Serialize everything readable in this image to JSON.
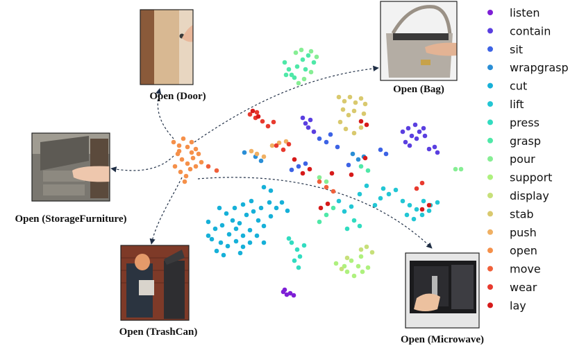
{
  "chart_data": {
    "type": "scatter",
    "title": "",
    "xlabel": "",
    "ylabel": "",
    "grid": false,
    "legend_position": "right",
    "series": [
      {
        "name": "listen",
        "color": "#7e1fd6",
        "points": [
          [
            408,
            421
          ],
          [
            413,
            425
          ],
          [
            418,
            423
          ],
          [
            423,
            426
          ],
          [
            410,
            418
          ]
        ]
      },
      {
        "name": "contain",
        "color": "#5a3fe0",
        "points": [
          [
            580,
            190
          ],
          [
            588,
            185
          ],
          [
            593,
            196
          ],
          [
            598,
            180
          ],
          [
            604,
            190
          ],
          [
            610,
            185
          ],
          [
            584,
            205
          ],
          [
            590,
            210
          ],
          [
            600,
            200
          ],
          [
            612,
            196
          ],
          [
            436,
            170
          ],
          [
            440,
            178
          ],
          [
            447,
            173
          ],
          [
            444,
            184
          ],
          [
            452,
            190
          ],
          [
            618,
            215
          ],
          [
            626,
            212
          ],
          [
            630,
            220
          ]
        ]
      },
      {
        "name": "sit",
        "color": "#3d63e5",
        "points": [
          [
            460,
            200
          ],
          [
            470,
            205
          ],
          [
            476,
            194
          ],
          [
            486,
            212
          ],
          [
            502,
            238
          ],
          [
            548,
            216
          ],
          [
            556,
            222
          ],
          [
            430,
            240
          ],
          [
            440,
            236
          ],
          [
            420,
            245
          ]
        ]
      },
      {
        "name": "wrapgrasp",
        "color": "#2a8ed6",
        "points": [
          [
            508,
            222
          ],
          [
            516,
            230
          ],
          [
            524,
            226
          ],
          [
            352,
            220
          ],
          [
            368,
            226
          ],
          [
            376,
            232
          ]
        ]
      },
      {
        "name": "cut",
        "color": "#16b0d8",
        "points": [
          [
            300,
            320
          ],
          [
            310,
            330
          ],
          [
            320,
            325
          ],
          [
            330,
            338
          ],
          [
            340,
            330
          ],
          [
            350,
            340
          ],
          [
            360,
            332
          ],
          [
            305,
            345
          ],
          [
            318,
            350
          ],
          [
            328,
            355
          ],
          [
            340,
            348
          ],
          [
            350,
            356
          ],
          [
            312,
            362
          ],
          [
            322,
            368
          ],
          [
            300,
            340
          ],
          [
            335,
            318
          ],
          [
            345,
            322
          ],
          [
            355,
            310
          ],
          [
            365,
            305
          ],
          [
            372,
            318
          ],
          [
            380,
            326
          ],
          [
            390,
            312
          ],
          [
            398,
            300
          ],
          [
            406,
            292
          ],
          [
            414,
            304
          ],
          [
            388,
            292
          ],
          [
            376,
            300
          ],
          [
            362,
            290
          ],
          [
            350,
            295
          ],
          [
            338,
            300
          ],
          [
            326,
            308
          ],
          [
            316,
            300
          ],
          [
            380,
            270
          ],
          [
            390,
            275
          ],
          [
            346,
            365
          ],
          [
            360,
            350
          ],
          [
            370,
            340
          ],
          [
            380,
            350
          ]
        ]
      },
      {
        "name": "lift",
        "color": "#22c6d4",
        "points": [
          [
            580,
            290
          ],
          [
            590,
            296
          ],
          [
            600,
            302
          ],
          [
            610,
            290
          ],
          [
            620,
            296
          ],
          [
            630,
            292
          ],
          [
            586,
            310
          ],
          [
            596,
            316
          ],
          [
            608,
            310
          ],
          [
            618,
            304
          ],
          [
            560,
            280
          ],
          [
            570,
            274
          ],
          [
            548,
            286
          ],
          [
            540,
            296
          ],
          [
            552,
            272
          ],
          [
            528,
            268
          ],
          [
            518,
            280
          ],
          [
            506,
            298
          ],
          [
            496,
            305
          ],
          [
            488,
            290
          ]
        ]
      },
      {
        "name": "press",
        "color": "#31dcc0",
        "points": [
          [
            420,
            350
          ],
          [
            428,
            360
          ],
          [
            432,
            370
          ],
          [
            424,
            376
          ],
          [
            430,
            386
          ],
          [
            416,
            344
          ],
          [
            438,
            354
          ],
          [
            500,
            330
          ],
          [
            510,
            318
          ],
          [
            518,
            326
          ]
        ]
      },
      {
        "name": "grasp",
        "color": "#4fe8a8",
        "points": [
          [
            410,
            90
          ],
          [
            416,
            100
          ],
          [
            420,
            108
          ],
          [
            428,
            96
          ],
          [
            436,
            86
          ],
          [
            444,
            80
          ],
          [
            452,
            90
          ],
          [
            440,
            100
          ],
          [
            424,
            112
          ],
          [
            412,
            108
          ],
          [
            480,
            300
          ],
          [
            470,
            310
          ],
          [
            460,
            320
          ],
          [
            520,
            240
          ],
          [
            530,
            246
          ]
        ]
      },
      {
        "name": "pour",
        "color": "#86ee94",
        "points": [
          [
            426,
            76
          ],
          [
            434,
            72
          ],
          [
            448,
            74
          ],
          [
            456,
            82
          ],
          [
            430,
            120
          ],
          [
            438,
            114
          ],
          [
            448,
            104
          ],
          [
            656,
            244
          ],
          [
            664,
            244
          ],
          [
            460,
            256
          ],
          [
            470,
            262
          ]
        ]
      },
      {
        "name": "support",
        "color": "#aef17e",
        "points": [
          [
            484,
            380
          ],
          [
            496,
            384
          ],
          [
            506,
            376
          ],
          [
            516,
            384
          ],
          [
            522,
            392
          ],
          [
            500,
            392
          ],
          [
            510,
            398
          ],
          [
            530,
            386
          ],
          [
            520,
            370
          ]
        ]
      },
      {
        "name": "display",
        "color": "#c7e07a",
        "points": [
          [
            520,
            360
          ],
          [
            528,
            356
          ],
          [
            536,
            364
          ],
          [
            500,
            372
          ],
          [
            492,
            388
          ]
        ]
      },
      {
        "name": "stab",
        "color": "#d9c96e",
        "points": [
          [
            488,
            140
          ],
          [
            496,
            146
          ],
          [
            504,
            140
          ],
          [
            512,
            148
          ],
          [
            520,
            142
          ],
          [
            526,
            150
          ],
          [
            494,
            158
          ],
          [
            502,
            166
          ],
          [
            510,
            160
          ],
          [
            490,
            176
          ],
          [
            498,
            186
          ],
          [
            510,
            192
          ],
          [
            520,
            184
          ],
          [
            524,
            164
          ]
        ]
      },
      {
        "name": "push",
        "color": "#f0b063",
        "points": [
          [
            362,
            218
          ],
          [
            370,
            222
          ],
          [
            380,
            226
          ],
          [
            392,
            210
          ],
          [
            402,
            206
          ],
          [
            412,
            204
          ]
        ]
      },
      {
        "name": "open",
        "color": "#f5904a",
        "points": [
          [
            250,
            205
          ],
          [
            258,
            210
          ],
          [
            264,
            200
          ],
          [
            270,
            212
          ],
          [
            276,
            205
          ],
          [
            282,
            215
          ],
          [
            256,
            222
          ],
          [
            262,
            230
          ],
          [
            270,
            236
          ],
          [
            278,
            228
          ],
          [
            286,
            222
          ],
          [
            252,
            240
          ],
          [
            260,
            248
          ],
          [
            268,
            254
          ],
          [
            274,
            244
          ],
          [
            282,
            240
          ],
          [
            290,
            234
          ],
          [
            266,
            262
          ],
          [
            258,
            218
          ],
          [
            276,
            220
          ]
        ]
      },
      {
        "name": "move",
        "color": "#f0603a",
        "points": [
          [
            300,
            240
          ],
          [
            312,
            246
          ],
          [
            460,
            262
          ],
          [
            470,
            270
          ],
          [
            480,
            276
          ]
        ]
      },
      {
        "name": "wear",
        "color": "#e83a2e",
        "points": [
          [
            360,
            165
          ],
          [
            368,
            170
          ],
          [
            378,
            175
          ],
          [
            386,
            182
          ],
          [
            394,
            176
          ],
          [
            370,
            162
          ],
          [
            398,
            210
          ],
          [
            408,
            216
          ],
          [
            416,
            208
          ],
          [
            600,
            272
          ],
          [
            608,
            264
          ]
        ]
      },
      {
        "name": "lay",
        "color": "#d61a1a",
        "points": [
          [
            364,
            160
          ],
          [
            372,
            168
          ],
          [
            436,
            250
          ],
          [
            446,
            244
          ],
          [
            462,
            300
          ],
          [
            472,
            294
          ],
          [
            520,
            175
          ],
          [
            528,
            180
          ],
          [
            608,
            302
          ],
          [
            618,
            296
          ],
          [
            526,
            228
          ],
          [
            506,
            252
          ],
          [
            424,
            230
          ],
          [
            478,
            250
          ]
        ]
      }
    ],
    "annotations": [
      {
        "label": "Open (Door)"
      },
      {
        "label": "Open (Bag)"
      },
      {
        "label": "Open (StorageFurniture)"
      },
      {
        "label": "Open (TrashCan)"
      },
      {
        "label": "Open (Microwave)"
      }
    ]
  }
}
